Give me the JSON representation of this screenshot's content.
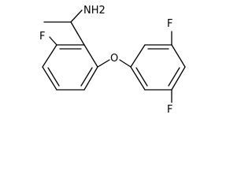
{
  "structure": {
    "atom_labels": {
      "amine": "NH2",
      "ether_oxygen": "O",
      "fluorine_left": "F",
      "fluorine_top": "F",
      "fluorine_bottom": "F"
    }
  }
}
